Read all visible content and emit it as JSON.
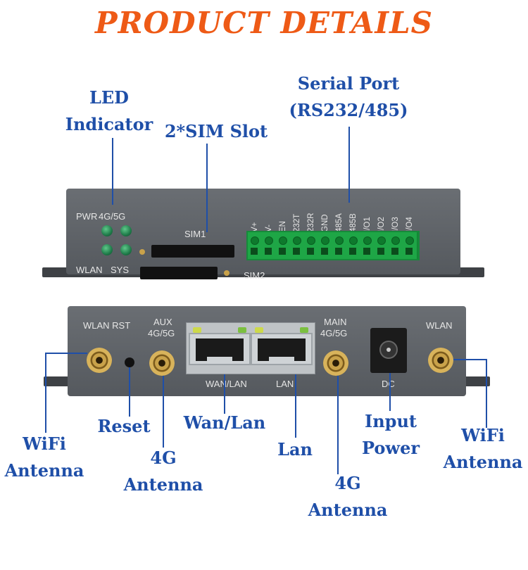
{
  "title": "PRODUCT DETAILS",
  "callouts": {
    "led_indicator": [
      "LED",
      "Indicator"
    ],
    "sim_slot": "2*SIM Slot",
    "serial_port": [
      "Serial Port",
      "(RS232/485)"
    ],
    "wifi_antenna_left": [
      "WiFi",
      "Antenna"
    ],
    "reset": "Reset",
    "antenna_4g_left": [
      "4G",
      "Antenna"
    ],
    "wan_lan": "Wan/Lan",
    "lan": "Lan",
    "antenna_4g_right": [
      "4G",
      "Antenna"
    ],
    "input_power": [
      "Input",
      "Power"
    ],
    "wifi_antenna_right": [
      "WiFi",
      "Antenna"
    ]
  },
  "front_panel": {
    "pwr": "PWR",
    "net": "4G/5G",
    "wlan": "WLAN",
    "sys": "SYS",
    "sim1": "SIM1",
    "sim2": "SIM2",
    "pins": [
      "V+",
      "V-",
      "EN",
      "232T",
      "232R",
      "GND",
      "485A",
      "485B",
      "I/O1",
      "I/O2",
      "I/O3",
      "I/O4"
    ]
  },
  "back_panel": {
    "wlan_rst": "WLAN RST",
    "aux": "AUX",
    "aux_band": "4G/5G",
    "main": "MAIN",
    "main_band": "4G/5G",
    "wlan": "WLAN",
    "wan_lan": "WAN/LAN",
    "lan": "LAN",
    "dc": "DC"
  },
  "colors": {
    "title": "#ee5a16",
    "callout": "#1f4fa8",
    "chassis": "#5a5e63",
    "terminal": "#1ea646"
  }
}
